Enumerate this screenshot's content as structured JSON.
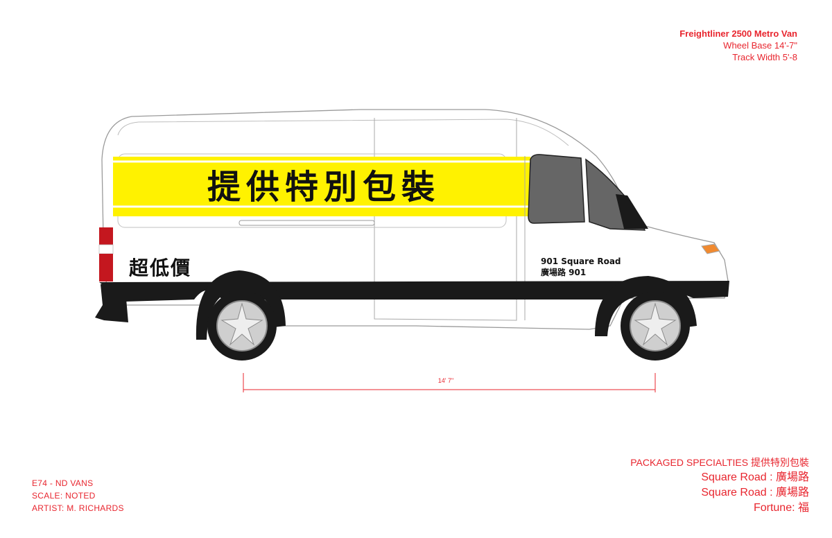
{
  "spec": {
    "model": "Freightliner 2500 Metro Van",
    "wheel_base": "Wheel Base 14'-7\"",
    "track_width": "Track Width 5'-8"
  },
  "van": {
    "banner_text": "提供特別包裝",
    "side_text": "超低價",
    "address_en": "901 Square Road",
    "address_zh": "廣場路 901",
    "dimension_label": "14' 7\"",
    "colors": {
      "banner": "#fff200",
      "accent": "#e8252e",
      "stripe": "#1a1a1a",
      "body": "#ffffff"
    }
  },
  "meta": {
    "code": "E74 - ND VANS",
    "scale": "SCALE: NOTED",
    "artist": "ARTIST: M. RICHARDS"
  },
  "brand": {
    "title": "PACKAGED SPECIALTIES 提供特別包裝",
    "line1": "Square Road : 廣場路",
    "line2": "Square Road : 廣場路",
    "line3": "Fortune: 福"
  }
}
